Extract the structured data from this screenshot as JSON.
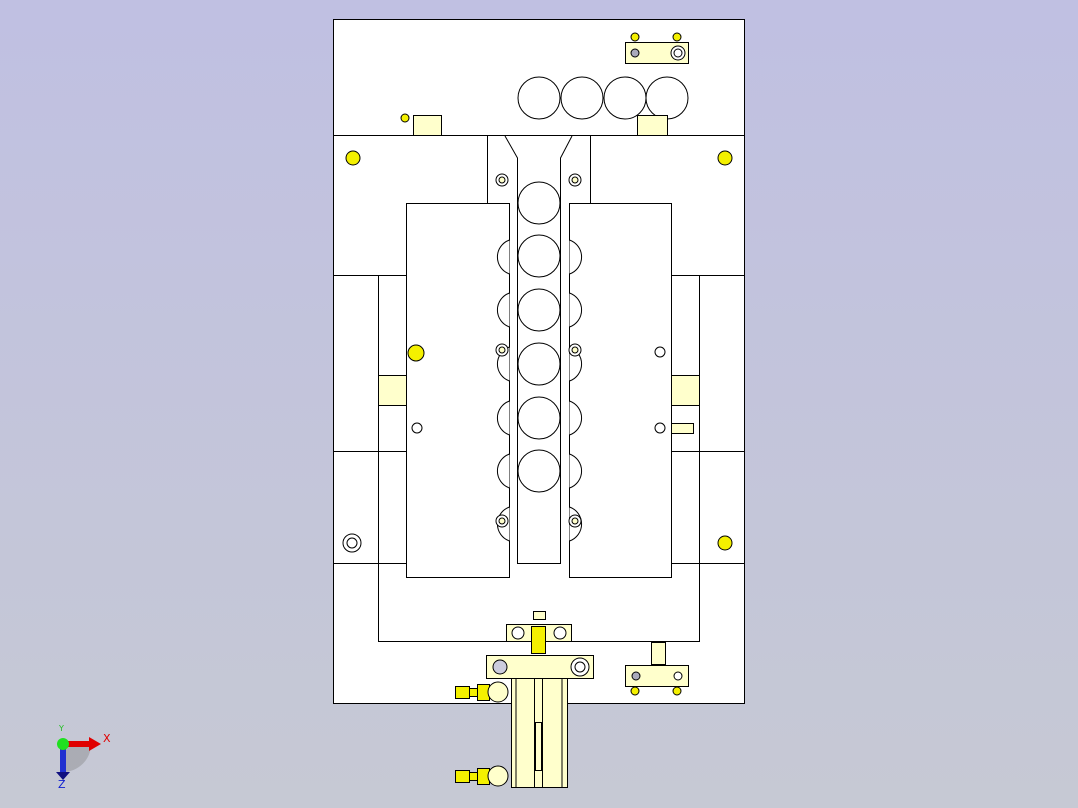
{
  "viewport": {
    "background_top": "#c0c0e2",
    "background_bottom": "#c6c9d4"
  },
  "colors": {
    "part_face": "#ffffff",
    "purchased_part": "#ffffcc",
    "highlight": "#f4f000",
    "x_axis": "#e00000",
    "y_axis": "#00c000",
    "z_axis": "#0000d0"
  },
  "triad": {
    "x_label": "X",
    "y_label": "Y",
    "z_label": "Z"
  }
}
